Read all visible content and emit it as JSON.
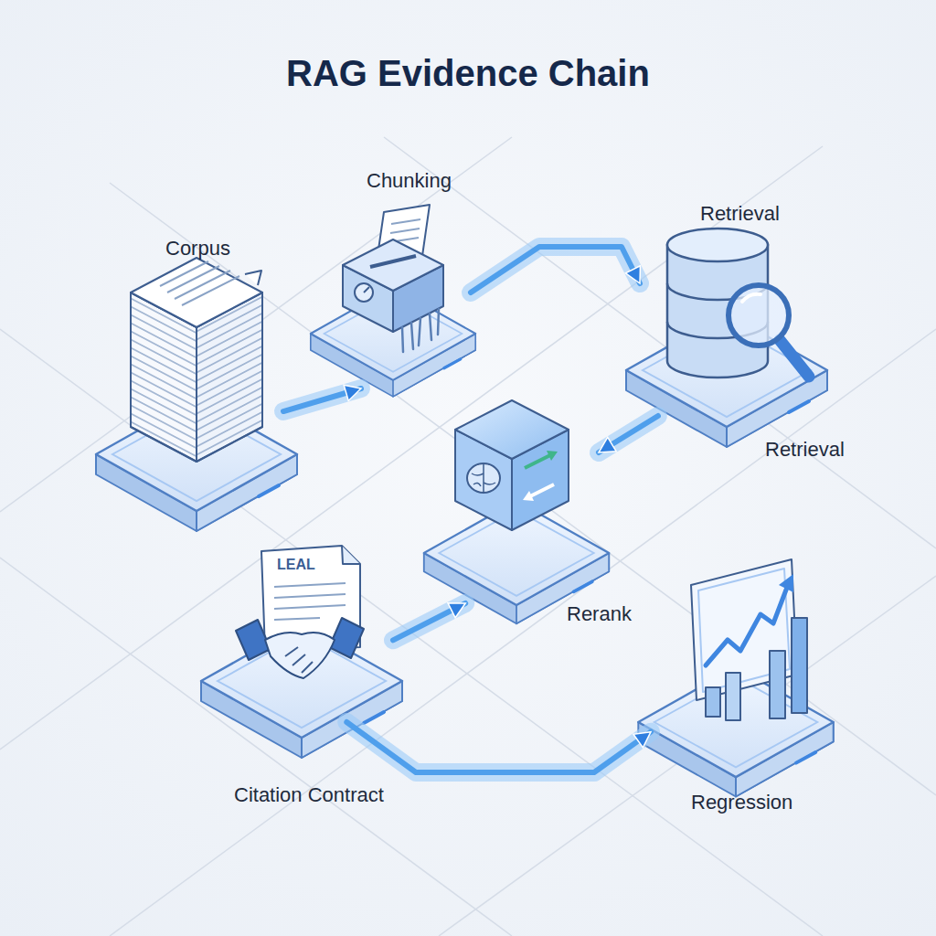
{
  "diagram": {
    "title": "RAG Evidence Chain",
    "nodes": [
      {
        "text": [
          "Corpus"
        ]
      },
      {
        "text": [
          "Chunking"
        ]
      },
      {
        "text": [
          "Retrieval"
        ]
      },
      {
        "text": [
          "Rerank"
        ]
      },
      {
        "text": [
          "Citation Contract"
        ]
      },
      {
        "text": [
          "Regression"
        ]
      }
    ],
    "edges": [
      {
        "from": 0,
        "to": 1,
        "arrow": "to"
      },
      {
        "from": 1,
        "to": 2,
        "arrow": "to"
      },
      {
        "from": 2,
        "to": 3,
        "arrow": "to"
      },
      {
        "from": 4,
        "to": 3,
        "arrow": "to"
      },
      {
        "from": 4,
        "to": 5,
        "arrow": "to"
      }
    ],
    "labels": [
      "Retrieval",
      "LEAL"
    ]
  }
}
